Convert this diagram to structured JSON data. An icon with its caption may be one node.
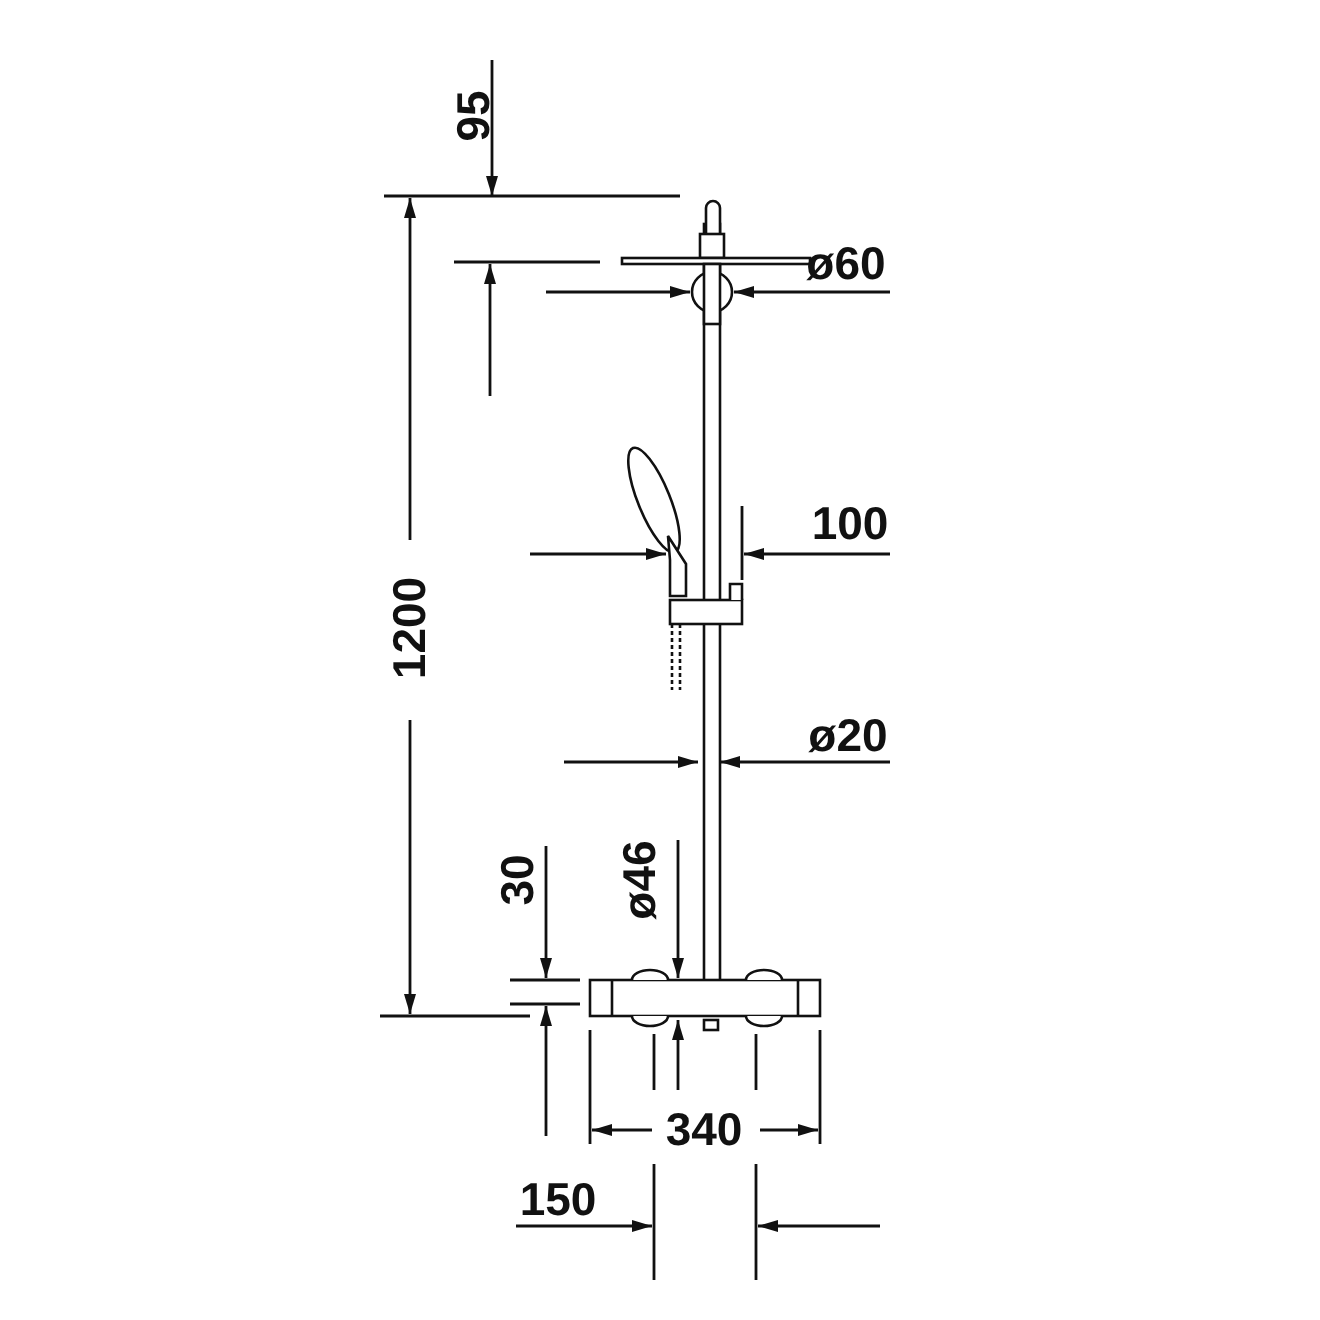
{
  "diagram": {
    "labels": [
      "95",
      "ø60",
      "100",
      "1200",
      "ø20",
      "30",
      "ø46",
      "340",
      "150"
    ]
  }
}
